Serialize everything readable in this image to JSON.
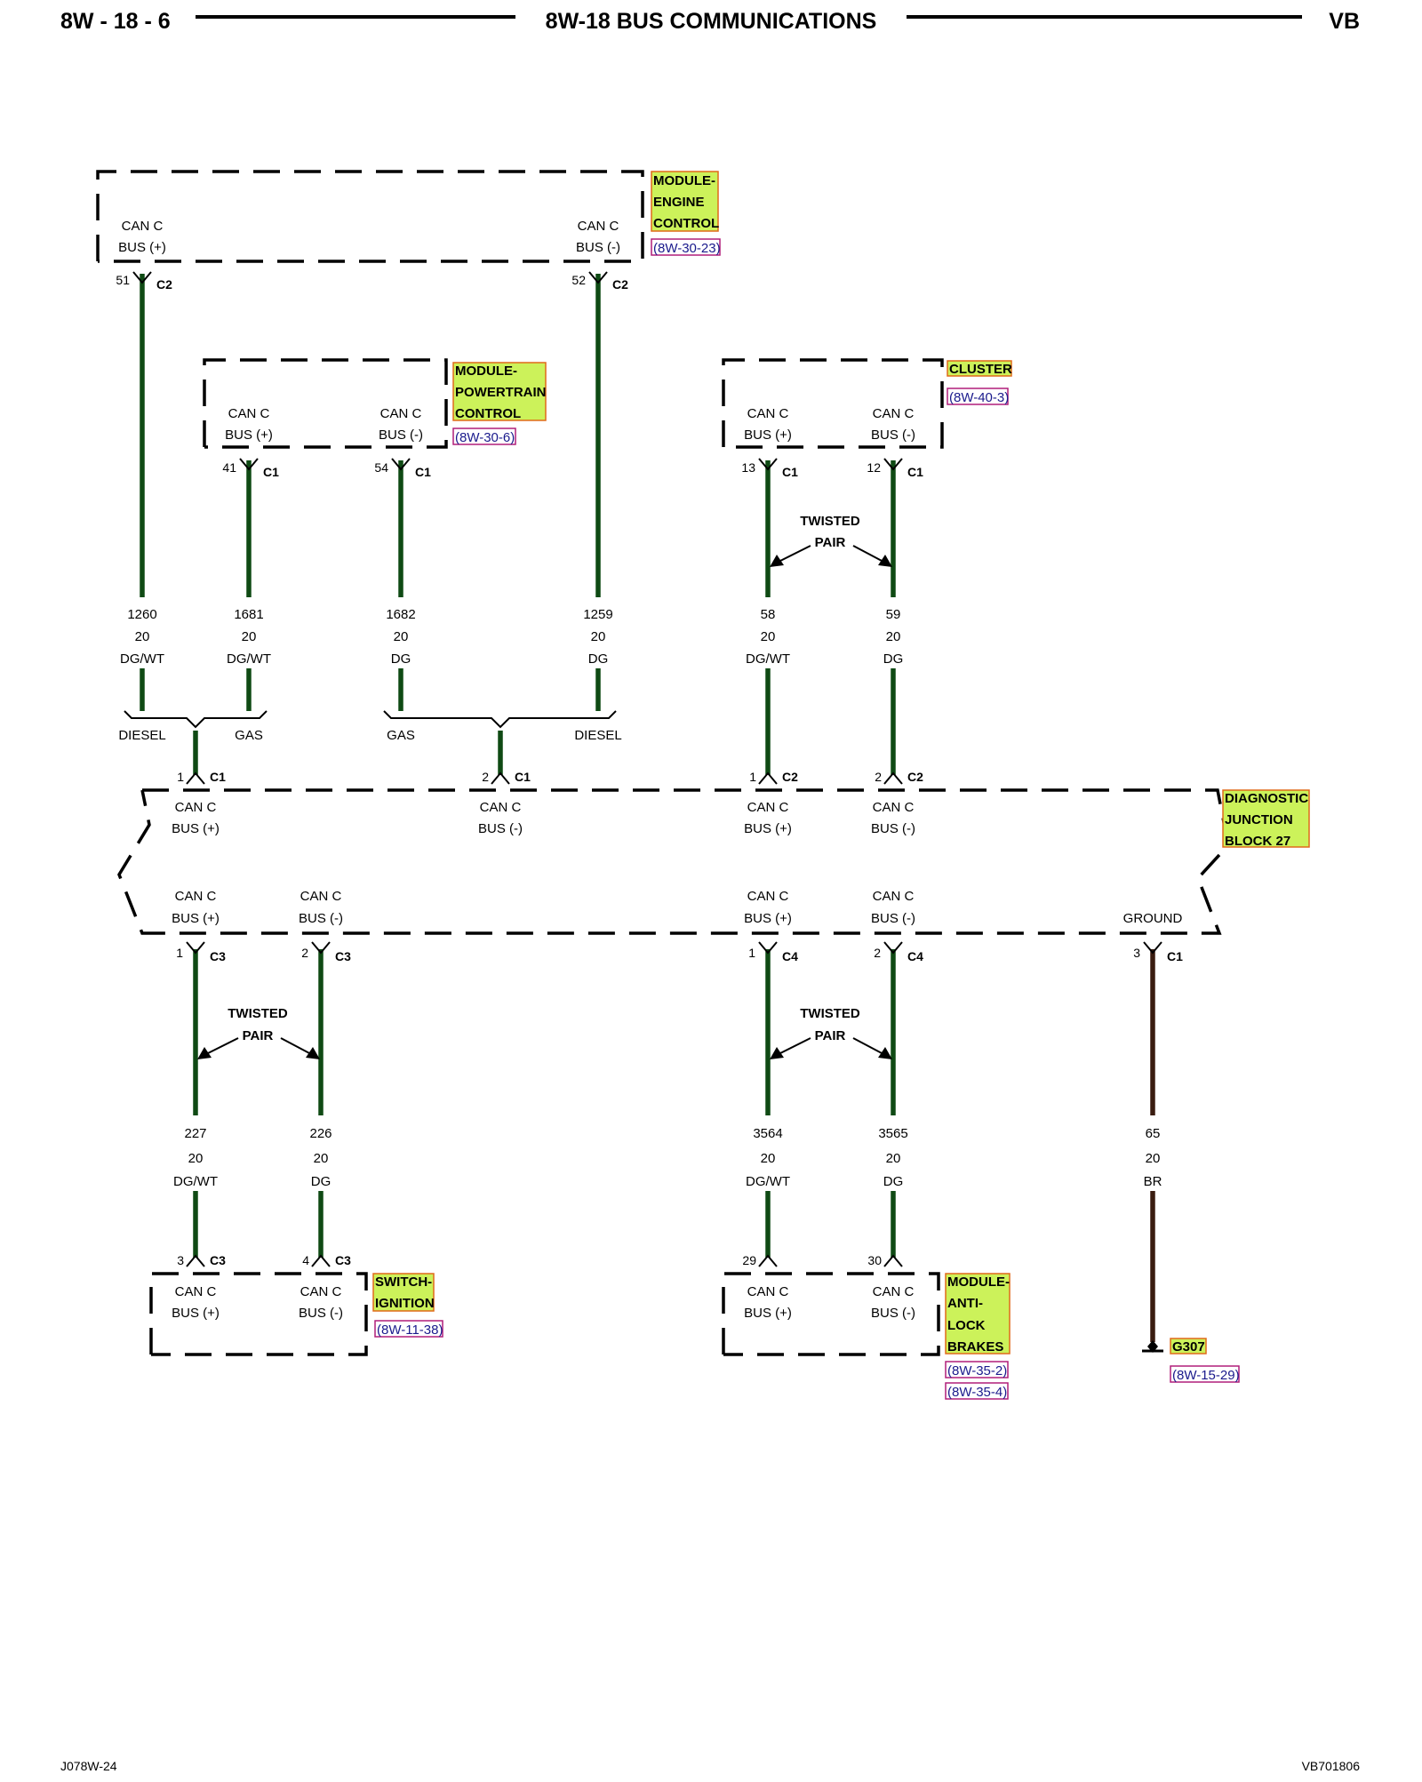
{
  "header": {
    "left": "8W - 18 - 6",
    "title": "8W-18 BUS COMMUNICATIONS",
    "right": "VB"
  },
  "footer": {
    "left": "J078W-24",
    "right": "VB701806"
  },
  "colors": {
    "wire_dg": "#0f4a14",
    "wire_dgwt": "#0f4a14",
    "wire_br": "#3a1c10",
    "name_fill": "#ccf25a",
    "name_border": "#e06a1a",
    "ref_border": "#b01e7a",
    "ref_text": "#1a1a8c"
  },
  "modules": {
    "ecm": {
      "name": [
        "MODULE-",
        "ENGINE",
        "CONTROL"
      ],
      "ref": "(8W-30-23)",
      "t1": [
        "CAN C",
        "BUS (+)"
      ],
      "t2": [
        "CAN C",
        "BUS (-)"
      ]
    },
    "pcm": {
      "name": [
        "MODULE-",
        "POWERTRAIN",
        "CONTROL"
      ],
      "ref": "(8W-30-6)",
      "t1": [
        "CAN C",
        "BUS (+)"
      ],
      "t2": [
        "CAN C",
        "BUS (-)"
      ]
    },
    "cluster": {
      "name": [
        "CLUSTER"
      ],
      "ref": "(8W-40-3)",
      "t1": [
        "CAN C",
        "BUS (+)"
      ],
      "t2": [
        "CAN C",
        "BUS (-)"
      ]
    },
    "djb": {
      "name": [
        "DIAGNOSTIC",
        "JUNCTION",
        "BLOCK 27"
      ],
      "top": [
        [
          "CAN C",
          "BUS (+)"
        ],
        [
          "CAN C",
          "BUS (-)"
        ],
        [
          "CAN C",
          "BUS (+)"
        ],
        [
          "CAN C",
          "BUS (-)"
        ]
      ],
      "bottom": [
        [
          "CAN C",
          "BUS (+)"
        ],
        [
          "CAN C",
          "BUS (-)"
        ],
        [
          "CAN C",
          "BUS (+)"
        ],
        [
          "CAN C",
          "BUS (-)"
        ],
        [
          "GROUND"
        ]
      ]
    },
    "switch": {
      "name": [
        "SWITCH-",
        "IGNITION"
      ],
      "ref": "(8W-11-38)",
      "t1": [
        "CAN C",
        "BUS (+)"
      ],
      "t2": [
        "CAN C",
        "BUS (-)"
      ]
    },
    "abs": {
      "name": [
        "MODULE-",
        "ANTI-",
        "LOCK",
        "BRAKES"
      ],
      "refs": [
        "(8W-35-2)",
        "(8W-35-4)"
      ],
      "t1": [
        "CAN C",
        "BUS (+)"
      ],
      "t2": [
        "CAN C",
        "BUS (-)"
      ]
    },
    "ground": {
      "name": "G307",
      "ref": "(8W-15-29)"
    }
  },
  "connectors": {
    "ecm_p": {
      "pin": "51",
      "conn": "C2"
    },
    "ecm_m": {
      "pin": "52",
      "conn": "C2"
    },
    "pcm_p": {
      "pin": "41",
      "conn": "C1"
    },
    "pcm_m": {
      "pin": "54",
      "conn": "C1"
    },
    "cl_p": {
      "pin": "13",
      "conn": "C1"
    },
    "cl_m": {
      "pin": "12",
      "conn": "C1"
    },
    "djb_t1": {
      "pin": "1",
      "conn": "C1"
    },
    "djb_t2": {
      "pin": "2",
      "conn": "C1"
    },
    "djb_t3": {
      "pin": "1",
      "conn": "C2"
    },
    "djb_t4": {
      "pin": "2",
      "conn": "C2"
    },
    "djb_b1": {
      "pin": "1",
      "conn": "C3"
    },
    "djb_b2": {
      "pin": "2",
      "conn": "C3"
    },
    "djb_b3": {
      "pin": "1",
      "conn": "C4"
    },
    "djb_b4": {
      "pin": "2",
      "conn": "C4"
    },
    "djb_b5": {
      "pin": "3",
      "conn": "C1"
    },
    "sw_p": {
      "pin": "3",
      "conn": "C3"
    },
    "sw_m": {
      "pin": "4",
      "conn": "C3"
    },
    "abs_p": {
      "pin": "29",
      "conn": ""
    },
    "abs_m": {
      "pin": "30",
      "conn": ""
    }
  },
  "wires": {
    "w1260": [
      "1260",
      "20",
      "DG/WT"
    ],
    "w1681": [
      "1681",
      "20",
      "DG/WT"
    ],
    "w1682": [
      "1682",
      "20",
      "DG"
    ],
    "w1259": [
      "1259",
      "20",
      "DG"
    ],
    "w58": [
      "58",
      "20",
      "DG/WT"
    ],
    "w59": [
      "59",
      "20",
      "DG"
    ],
    "w227": [
      "227",
      "20",
      "DG/WT"
    ],
    "w226": [
      "226",
      "20",
      "DG"
    ],
    "w3564": [
      "3564",
      "20",
      "DG/WT"
    ],
    "w3565": [
      "3565",
      "20",
      "DG"
    ],
    "w65": [
      "65",
      "20",
      "BR"
    ]
  },
  "splice_labels": {
    "diesel_left": "DIESEL",
    "gas_left": "GAS",
    "gas_right": "GAS",
    "diesel_right": "DIESEL"
  },
  "twisted_pair": [
    "TWISTED",
    "PAIR"
  ]
}
